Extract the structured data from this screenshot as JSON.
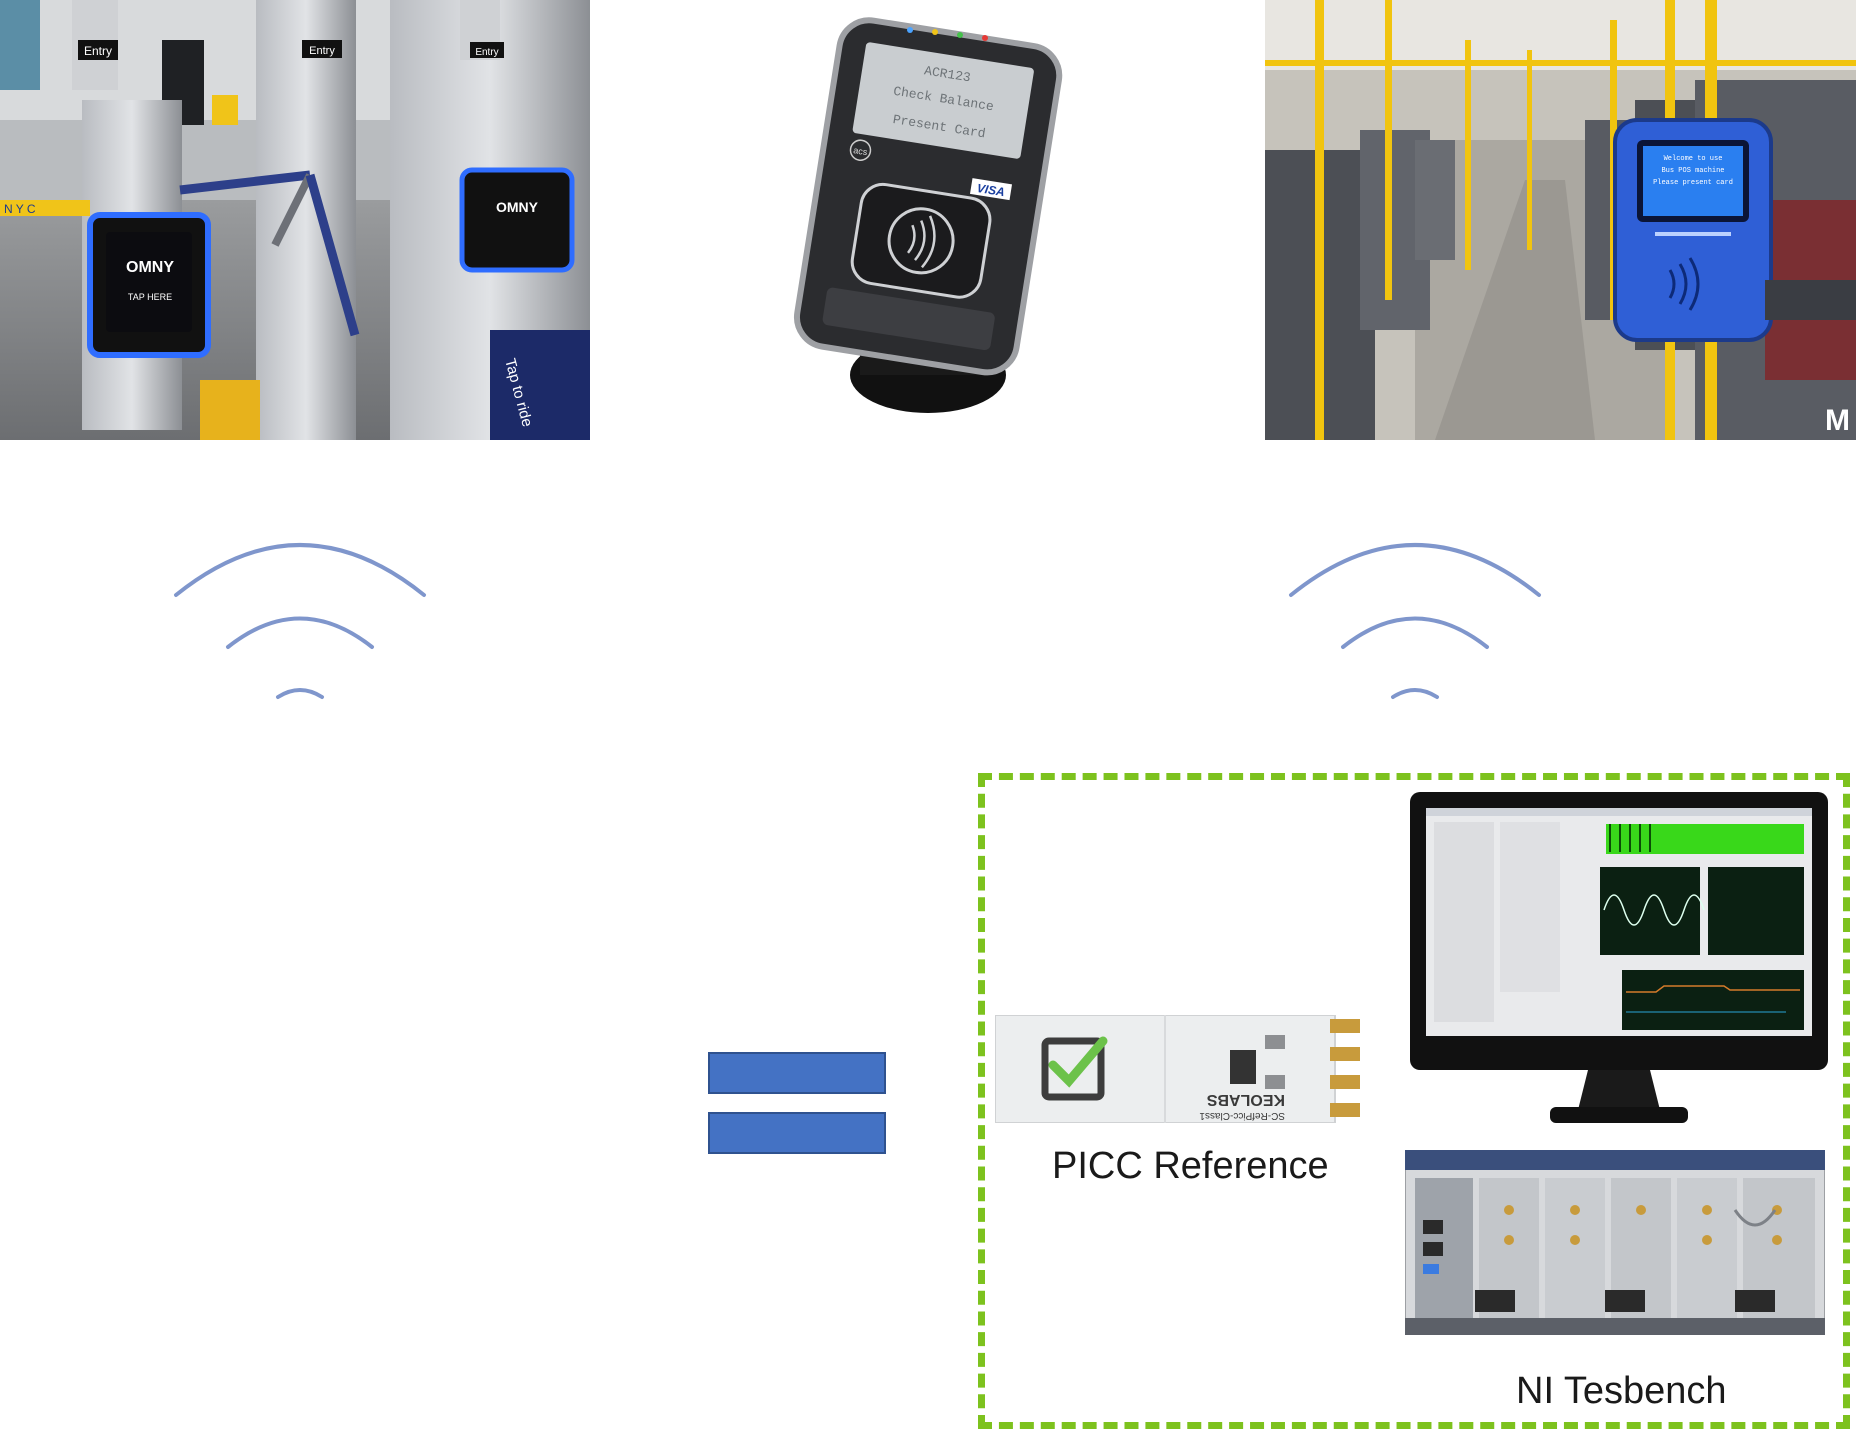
{
  "photos": {
    "turnstile": {
      "entry_sign_1": "Entry",
      "entry_sign_2": "Entry",
      "entry_sign_3": "Entry",
      "reader_brand_1": "OMNY",
      "reader_brand_2": "OMNY",
      "reader_prompt": "TAP HERE",
      "nyc_stripe": "N Y C",
      "tap_sign": "Tap to ride"
    },
    "reader": {
      "screen_line_1": "ACR123",
      "screen_line_2": "Check Balance",
      "screen_line_3": "Present Card",
      "logo_acs": "acs",
      "logo_visa": "VISA"
    },
    "bus": {
      "screen_line_1": "Welcome to use",
      "screen_line_2": "Bus POS machine",
      "screen_line_3": "Please present card"
    }
  },
  "testbench": {
    "picc_label": "PICC Reference",
    "ni_label": "NI Tesbench",
    "board_brand": "KEOLABS",
    "board_model": "SC-RefPicc-Class1"
  },
  "colors": {
    "equals": "#4472c4",
    "wifi": "#7f96cc",
    "dashed_border": "#7dc21e",
    "monitor_plot": "#39d81a",
    "reader_blue": "#2f5fd6"
  },
  "icons": {
    "wifi_left": "wifi-icon",
    "wifi_right": "wifi-icon",
    "equals": "equals-sign"
  }
}
